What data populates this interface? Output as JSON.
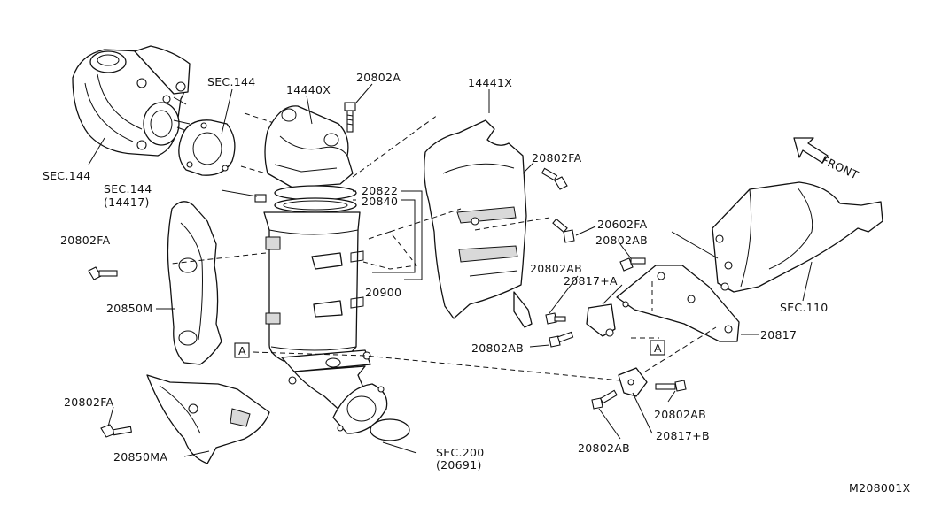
{
  "diagram_id": "M208001X",
  "front_marker": "FRONT",
  "reference_box_letter": "A",
  "labels": {
    "sec144_turbo": "SEC.144",
    "sec144_gasket": "SEC.144",
    "sec144_stud": "SEC.144",
    "sec144_stud_sub": "(14417)",
    "p14440x": "14440X",
    "p20802a": "20802A",
    "p14441x": "14441X",
    "p20802fa_top": "20802FA",
    "p20822": "20822",
    "p20840": "20840",
    "p20802fa_left": "20802FA",
    "p20602fa": "20602FA",
    "p20802ab_r1": "20802AB",
    "p20850m": "20850M",
    "p20802ab_mid": "20802AB",
    "p20817a": "20817+A",
    "sec110": "SEC.110",
    "p20900": "20900",
    "p20802ab_bl": "20802AB",
    "p20817": "20817",
    "p20802fa_bot": "20802FA",
    "p20802ab_r2": "20802AB",
    "p20802ab_r3": "20802AB",
    "p20817b": "20817+B",
    "sec200": "SEC.200",
    "sec200_sub": "(20691)",
    "p20850ma": "20850MA"
  }
}
